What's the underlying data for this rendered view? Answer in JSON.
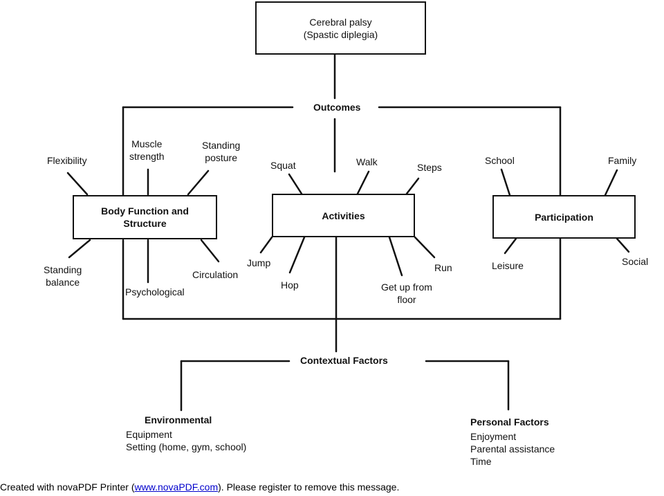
{
  "top": {
    "title_line1": "Cerebral palsy",
    "title_line2": "(Spastic diplegia)"
  },
  "outcomes": "Outcomes",
  "body_function": {
    "title_line1": "Body Function and",
    "title_line2": "Structure",
    "flexibility": "Flexibility",
    "muscle_strength_1": "Muscle",
    "muscle_strength_2": "strength",
    "standing_posture_1": "Standing",
    "standing_posture_2": "posture",
    "standing_balance_1": "Standing",
    "standing_balance_2": "balance",
    "psychological": "Psychological",
    "circulation": "Circulation"
  },
  "activities": {
    "title": "Activities",
    "squat": "Squat",
    "walk": "Walk",
    "steps": "Steps",
    "jump": "Jump",
    "hop": "Hop",
    "get_up_1": "Get up from",
    "get_up_2": "floor",
    "run": "Run"
  },
  "participation": {
    "title": "Participation",
    "school": "School",
    "family": "Family",
    "leisure": "Leisure",
    "social": "Social"
  },
  "contextual": "Contextual Factors",
  "environmental": {
    "title": "Environmental",
    "items": [
      "Equipment",
      "Setting (home, gym, school)"
    ]
  },
  "personal": {
    "title": "Personal Factors",
    "items": [
      "Enjoyment",
      "Parental assistance",
      "Time"
    ]
  },
  "footer": {
    "prefix": "Created with novaPDF Printer (",
    "link": "www.novaPDF.com",
    "suffix": "). Please register to remove this message."
  }
}
